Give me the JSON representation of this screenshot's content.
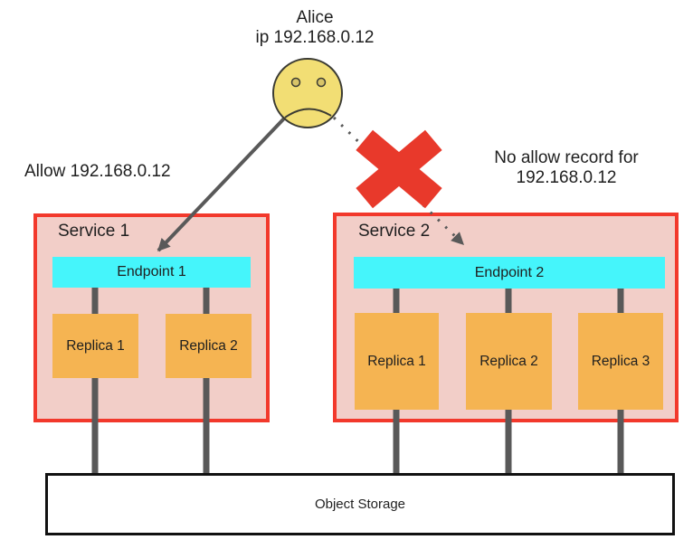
{
  "actor": {
    "name": "Alice",
    "ip_line": "ip 192.168.0.12"
  },
  "annotations": {
    "allow": "Allow 192.168.0.12",
    "no_allow_line1": "No allow record for",
    "no_allow_line2": "192.168.0.12"
  },
  "services": [
    {
      "title": "Service 1",
      "endpoint": "Endpoint 1",
      "replicas": [
        "Replica 1",
        "Replica 2"
      ]
    },
    {
      "title": "Service 2",
      "endpoint": "Endpoint 2",
      "replicas": [
        "Replica 1",
        "Replica 2",
        "Replica 3"
      ]
    }
  ],
  "storage": {
    "label": "Object Storage"
  },
  "icons": {
    "user": "sad-face-icon",
    "blocked": "red-cross-icon",
    "allowed_path": "solid-arrow",
    "denied_path": "dotted-arrow"
  },
  "colors": {
    "service_fill": "#F2CEC8",
    "service_border": "#F2392C",
    "endpoint_fill": "#45F5FB",
    "replica_fill": "#F5B452",
    "cross_red": "#E8392B",
    "connector_grey": "#595959",
    "face_yellow": "#F2DE74",
    "storage_border": "#111111",
    "text": "#1F1F1F"
  }
}
